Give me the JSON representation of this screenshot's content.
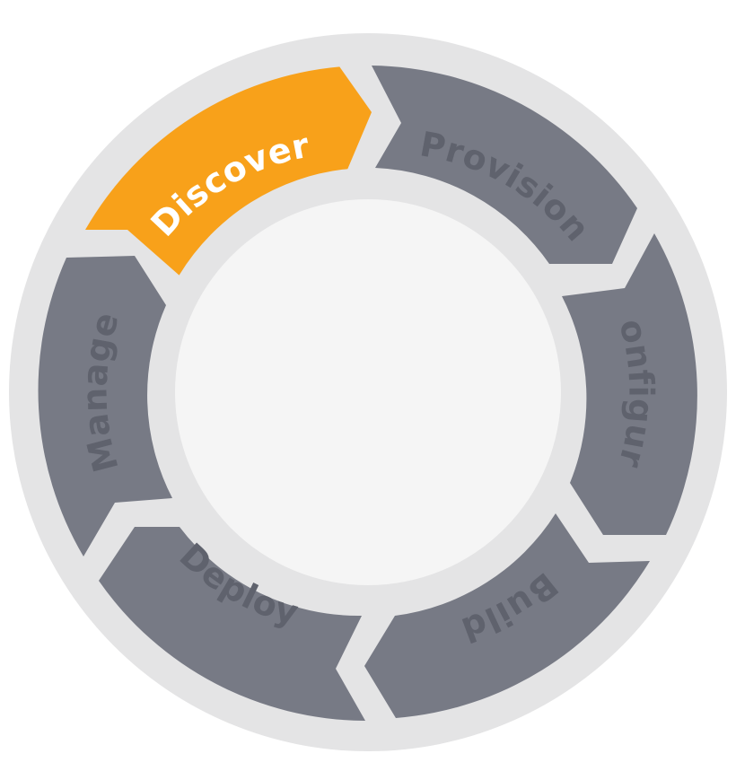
{
  "diagram": {
    "stages": [
      {
        "label": "Discover",
        "active": true
      },
      {
        "label": "Provision",
        "active": false
      },
      {
        "label": "Configure",
        "active": false
      },
      {
        "label": "Build",
        "active": false
      },
      {
        "label": "Deploy",
        "active": false
      },
      {
        "label": "Manage",
        "active": false
      }
    ]
  },
  "colors": {
    "outer_ring": "#e4e4e5",
    "inner_fill": "#f5f5f5",
    "segment": "#777a85",
    "segment_active": "#f8a11a",
    "label": "#5f626d",
    "label_active": "#ffffff"
  }
}
